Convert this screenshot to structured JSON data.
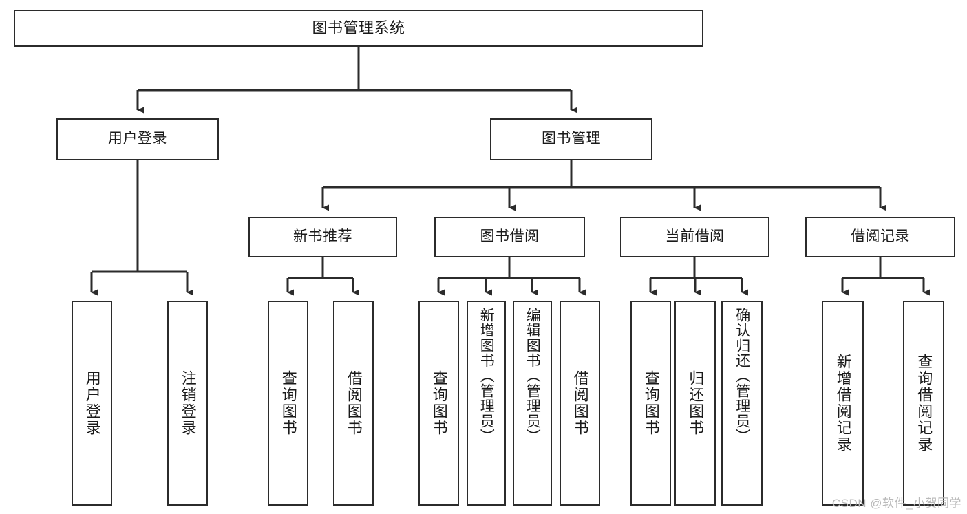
{
  "diagram": {
    "title": "图书管理系统",
    "type": "tree-hierarchy-chart",
    "background_color": "#ffffff",
    "box_border_color": "#2b2b2b",
    "connector_color": "#2b2b2b",
    "levels": [
      {
        "level": 1,
        "labels": [
          "图书管理系统"
        ]
      },
      {
        "level": 2,
        "labels": [
          "用户登录",
          "图书管理"
        ]
      },
      {
        "level": 3,
        "labels": [
          "新书推荐",
          "图书借阅",
          "当前借阅",
          "借阅记录"
        ]
      },
      {
        "level": 4,
        "labels": [
          "用户登录",
          "注销登录",
          "查询图书",
          "借阅图书",
          "查询图书",
          "新增图书（管理员）",
          "编辑图书（管理员）",
          "借阅图书",
          "查询图书",
          "归还图书",
          "确认归还（管理员）",
          "新增借阅记录",
          "查询借阅记录"
        ]
      }
    ],
    "nodes": {
      "root": {
        "label": "图书管理系统"
      },
      "user_login": {
        "label": "用户登录"
      },
      "book_manage": {
        "label": "图书管理"
      },
      "new_book_rec": {
        "label": "新书推荐"
      },
      "book_borrow": {
        "label": "图书借阅"
      },
      "current_borrow": {
        "label": "当前借阅"
      },
      "borrow_record": {
        "label": "借阅记录"
      },
      "leaf_user_login": {
        "label": "用户登录"
      },
      "leaf_logout": {
        "label": "注销登录"
      },
      "leaf_query_book_1": {
        "label": "查询图书"
      },
      "leaf_borrow_book_1": {
        "label": "借阅图书"
      },
      "leaf_query_book_2": {
        "label": "查询图书"
      },
      "leaf_add_book": {
        "label": "新增图书（管理员）"
      },
      "leaf_edit_book": {
        "label": "编辑图书（管理员）"
      },
      "leaf_borrow_book_2": {
        "label": "借阅图书"
      },
      "leaf_query_book_3": {
        "label": "查询图书"
      },
      "leaf_return_book": {
        "label": "归还图书"
      },
      "leaf_confirm_return": {
        "label": "确认归还（管理员）"
      },
      "leaf_add_record": {
        "label": "新增借阅记录"
      },
      "leaf_query_record": {
        "label": "查询借阅记录"
      }
    },
    "edges": [
      {
        "from": "root",
        "to": "user_login"
      },
      {
        "from": "root",
        "to": "book_manage"
      },
      {
        "from": "user_login",
        "to": "leaf_user_login"
      },
      {
        "from": "user_login",
        "to": "leaf_logout"
      },
      {
        "from": "book_manage",
        "to": "new_book_rec"
      },
      {
        "from": "book_manage",
        "to": "book_borrow"
      },
      {
        "from": "book_manage",
        "to": "current_borrow"
      },
      {
        "from": "book_manage",
        "to": "borrow_record"
      },
      {
        "from": "new_book_rec",
        "to": "leaf_query_book_1"
      },
      {
        "from": "new_book_rec",
        "to": "leaf_borrow_book_1"
      },
      {
        "from": "book_borrow",
        "to": "leaf_query_book_2"
      },
      {
        "from": "book_borrow",
        "to": "leaf_add_book"
      },
      {
        "from": "book_borrow",
        "to": "leaf_edit_book"
      },
      {
        "from": "book_borrow",
        "to": "leaf_borrow_book_2"
      },
      {
        "from": "current_borrow",
        "to": "leaf_query_book_3"
      },
      {
        "from": "current_borrow",
        "to": "leaf_return_book"
      },
      {
        "from": "current_borrow",
        "to": "leaf_confirm_return"
      },
      {
        "from": "borrow_record",
        "to": "leaf_add_record"
      },
      {
        "from": "borrow_record",
        "to": "leaf_query_record"
      }
    ]
  },
  "watermark": {
    "text": "CSDN @软件_小贺同学"
  }
}
